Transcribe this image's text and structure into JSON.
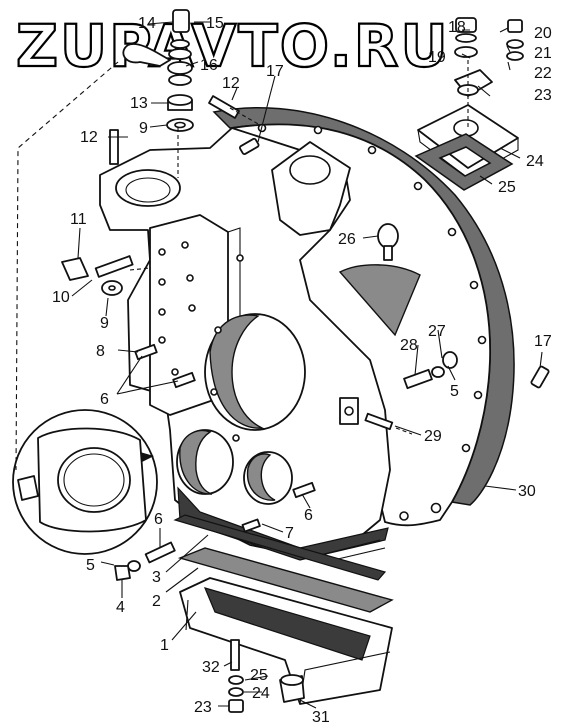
{
  "watermark": "ZUPAVTO.RU",
  "callouts": [
    {
      "id": "c14a",
      "text": "14"
    },
    {
      "id": "c15",
      "text": "15"
    },
    {
      "id": "c16",
      "text": "16"
    },
    {
      "id": "c13",
      "text": "13"
    },
    {
      "id": "c12a",
      "text": "12"
    },
    {
      "id": "c17a",
      "text": "17"
    },
    {
      "id": "c9a",
      "text": "9"
    },
    {
      "id": "c12b",
      "text": "12"
    },
    {
      "id": "c18",
      "text": "18"
    },
    {
      "id": "c19",
      "text": "19"
    },
    {
      "id": "c20",
      "text": "20"
    },
    {
      "id": "c21",
      "text": "21"
    },
    {
      "id": "c22",
      "text": "22"
    },
    {
      "id": "c23a",
      "text": "23"
    },
    {
      "id": "c24a",
      "text": "24"
    },
    {
      "id": "c25a",
      "text": "25"
    },
    {
      "id": "c26",
      "text": "26"
    },
    {
      "id": "c11",
      "text": "11"
    },
    {
      "id": "c10",
      "text": "10"
    },
    {
      "id": "c9b",
      "text": "9"
    },
    {
      "id": "c8",
      "text": "8"
    },
    {
      "id": "c27",
      "text": "27"
    },
    {
      "id": "c28",
      "text": "28"
    },
    {
      "id": "c5a",
      "text": "5"
    },
    {
      "id": "c17b",
      "text": "17"
    },
    {
      "id": "c6a",
      "text": "6"
    },
    {
      "id": "c29",
      "text": "29"
    },
    {
      "id": "c30",
      "text": "30"
    },
    {
      "id": "c6b",
      "text": "6"
    },
    {
      "id": "c7",
      "text": "7"
    },
    {
      "id": "c6c",
      "text": "6"
    },
    {
      "id": "c5b",
      "text": "5"
    },
    {
      "id": "c3",
      "text": "3"
    },
    {
      "id": "c4",
      "text": "4"
    },
    {
      "id": "c2",
      "text": "2"
    },
    {
      "id": "c1",
      "text": "1"
    },
    {
      "id": "c32",
      "text": "32"
    },
    {
      "id": "c25b",
      "text": "25"
    },
    {
      "id": "c24b",
      "text": "24"
    },
    {
      "id": "c23b",
      "text": "23"
    },
    {
      "id": "c31",
      "text": "31"
    }
  ],
  "icons": {
    "housing": "flywheel-housing-drawing",
    "inset": "detail-inset-drawing"
  }
}
